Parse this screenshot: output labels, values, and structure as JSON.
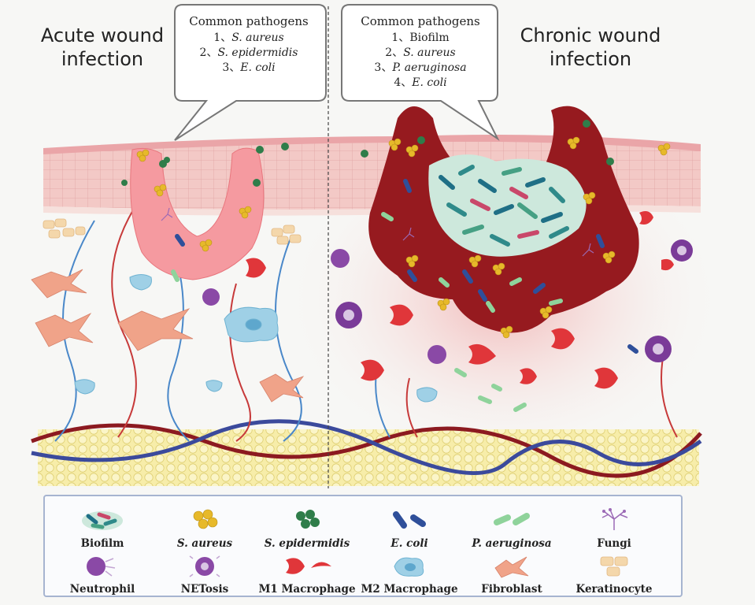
{
  "titles": {
    "left": "Acute wound infection",
    "right": "Chronic wound infection"
  },
  "bubbles": {
    "left": {
      "heading": "Common pathogens",
      "items": [
        "1、S. aureus",
        "2、S. epidermidis",
        "3、E. coli"
      ]
    },
    "right": {
      "heading": "Common pathogens",
      "items": [
        "1、Biofilm",
        "2、S. aureus",
        "3、P. aeruginosa",
        "4、E. coli"
      ]
    }
  },
  "legend": {
    "row1": [
      "Biofilm",
      "S. aureus",
      "S. epidermidis",
      "E. coli",
      "P. aeruginosa",
      "Fungi"
    ],
    "row2": [
      "Neutrophil",
      "NETosis",
      "M1 Macrophage",
      "M2 Macrophage",
      "Fibroblast",
      "Keratinocyte"
    ]
  },
  "colors": {
    "s_aureus": "#e7b92a",
    "s_epidermidis": "#2f7d4a",
    "e_coli": "#2f4f9a",
    "p_aeruginosa": "#8fd39b",
    "m1": "#e0363a",
    "m2": "#9fd0e6",
    "neutrophil": "#8a49a6",
    "fibroblast": "#f0a389",
    "keratinocyte": "#f4d7ab",
    "chronic_wound": "#961a1f",
    "acute_wound": "#f59aa0"
  }
}
